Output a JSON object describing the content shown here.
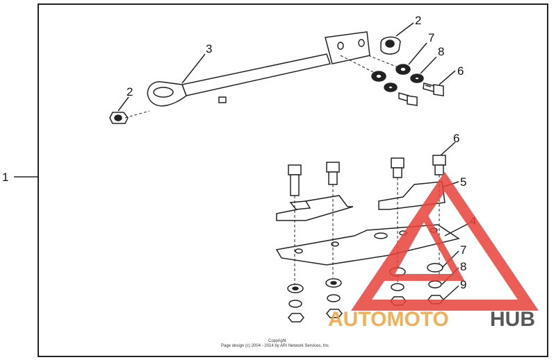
{
  "callouts": {
    "assembly": "1",
    "nut_left": "2",
    "nut_right": "2",
    "stabilizer_bar": "3",
    "bracket_plate": "4",
    "upper_bracket": "5",
    "bolt_upper": "6",
    "bolt_lower": "6",
    "washer_upper": "7",
    "washer_lower": "7",
    "lockwasher_upper": "8",
    "lockwasher_lower": "8",
    "nut_lower": "9"
  },
  "copyright": {
    "line1": "Copyright",
    "line2": "Page design (c) 2004 - 2014 by ARI Network Services, Inc."
  },
  "watermark": {
    "part1": "AUTOMOTO",
    "part2": "HUB",
    "color_primary": "#f0a23a",
    "color_secondary": "#3a3a3a",
    "triangle_color": "#e8433a"
  }
}
